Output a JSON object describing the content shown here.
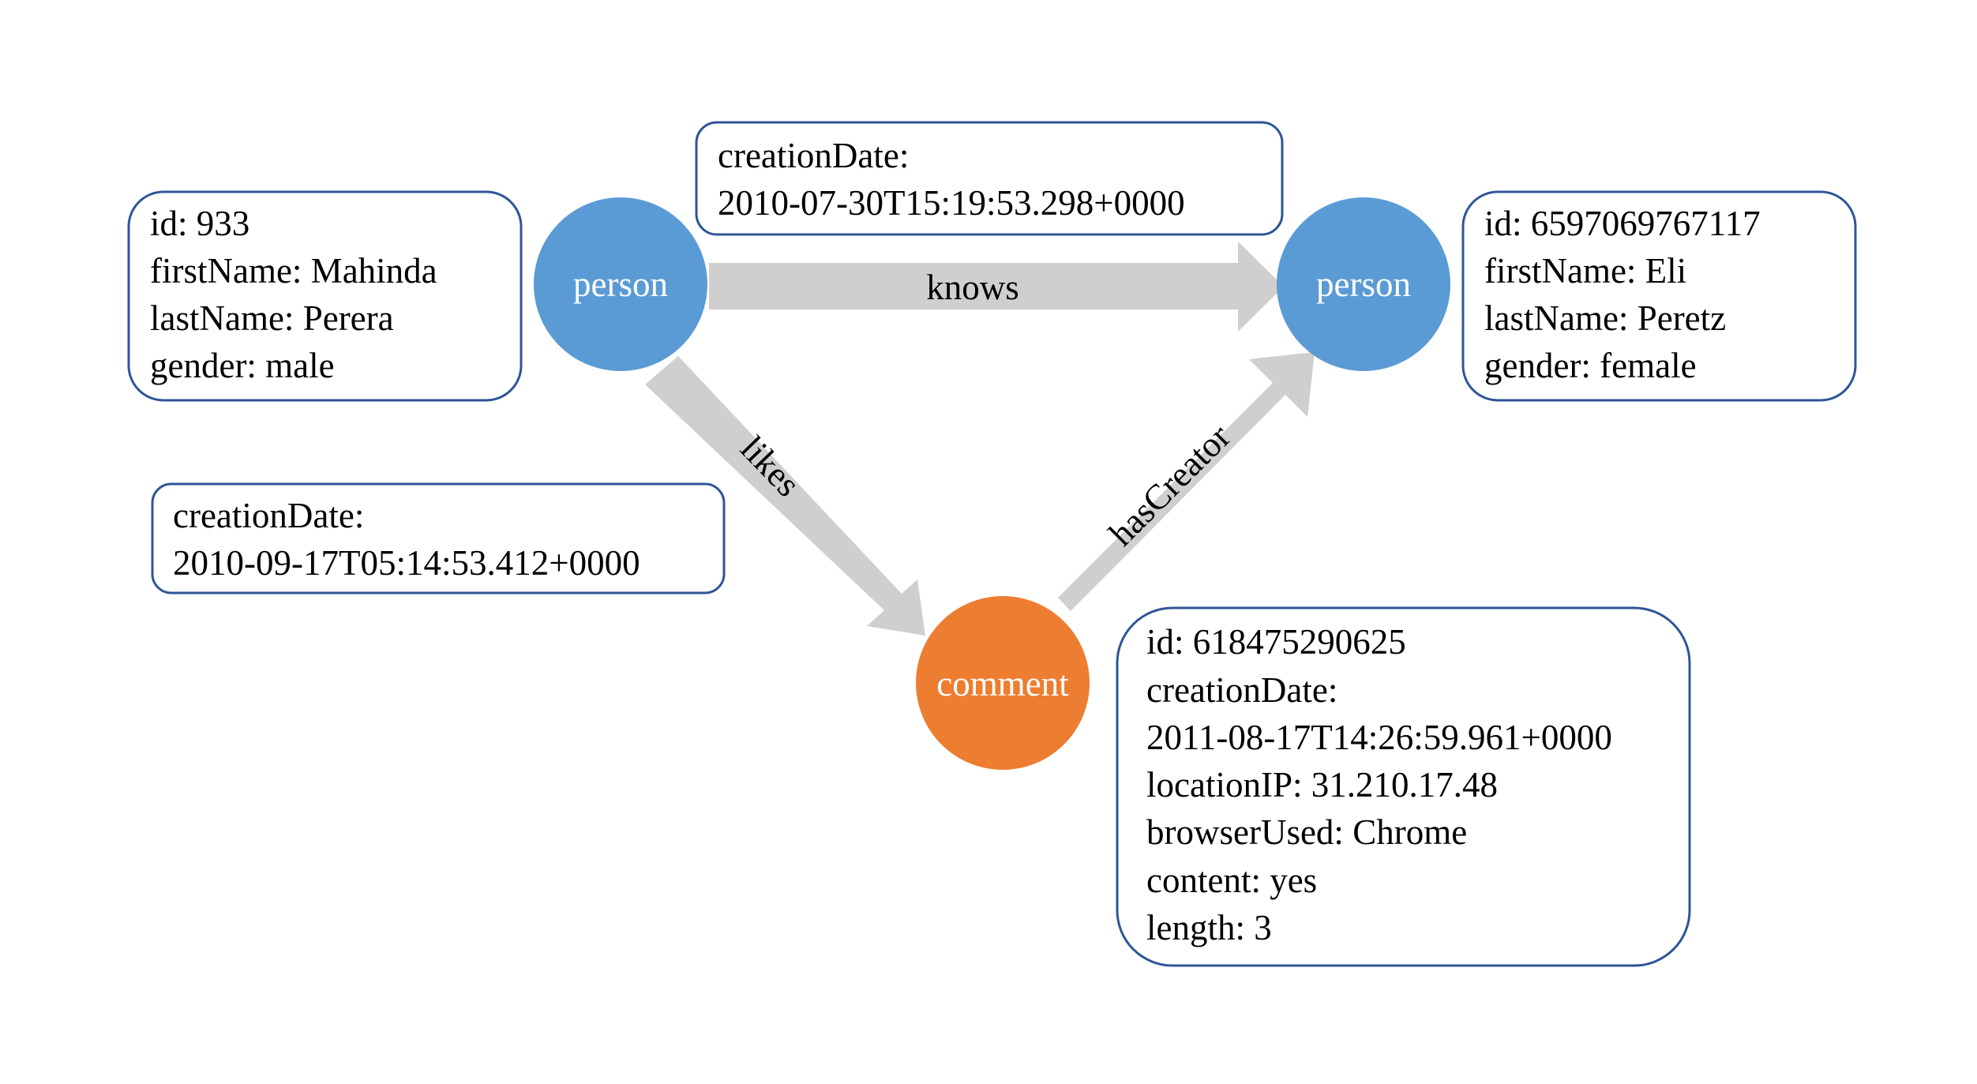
{
  "colors": {
    "person_node": "#5b9bd5",
    "comment_node": "#ed7d31",
    "arrow": "#d0cece",
    "box_border": "#2f5597",
    "node_text": "#ffffff",
    "text": "#000000"
  },
  "nodes": {
    "person_left": {
      "label": "person"
    },
    "person_right": {
      "label": "person"
    },
    "comment": {
      "label": "comment"
    }
  },
  "edges": {
    "knows": {
      "label": "knows"
    },
    "likes": {
      "label": "likes"
    },
    "has_creator": {
      "label": "hasCreator"
    }
  },
  "boxes": {
    "person_left_props": {
      "lines": [
        "id: 933",
        "firstName: Mahinda",
        "lastName: Perera",
        "gender: male"
      ]
    },
    "person_right_props": {
      "lines": [
        "id: 6597069767117",
        "firstName: Eli",
        "lastName: Peretz",
        "gender: female"
      ]
    },
    "knows_props": {
      "lines": [
        "creationDate:",
        "2010-07-30T15:19:53.298+0000"
      ]
    },
    "likes_props": {
      "lines": [
        "creationDate:",
        "2010-09-17T05:14:53.412+0000"
      ]
    },
    "comment_props": {
      "lines": [
        "id: 618475290625",
        "creationDate:",
        "2011-08-17T14:26:59.961+0000",
        "locationIP: 31.210.17.48",
        "browserUsed: Chrome",
        "content: yes",
        "length: 3"
      ]
    }
  }
}
